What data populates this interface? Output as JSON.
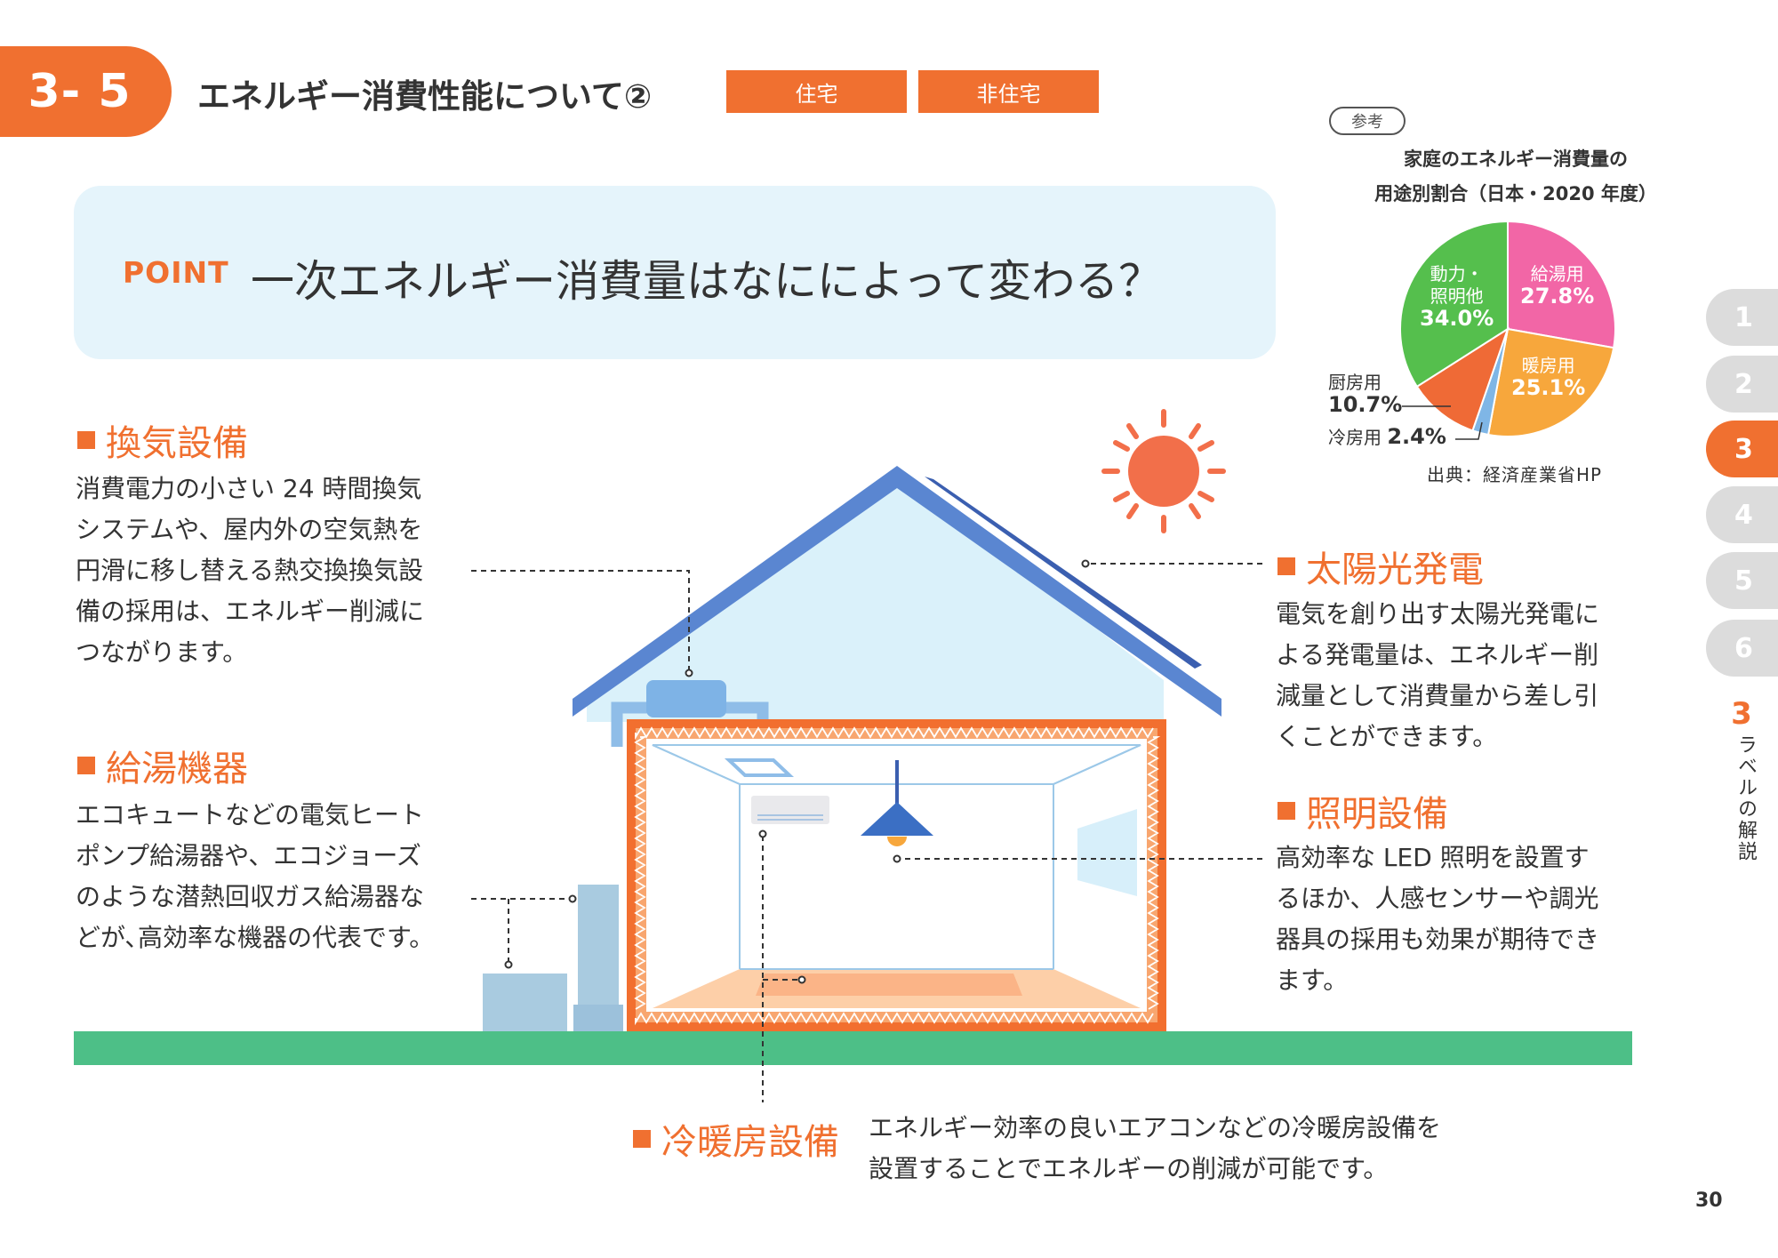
{
  "header": {
    "section": "3- 5",
    "title": "エネルギー消費性能について②",
    "tags": [
      "住宅",
      "非住宅"
    ]
  },
  "point": {
    "label": "POINT",
    "text": "一次エネルギー消費量はなにによって変わる？"
  },
  "ventilation": {
    "title": "換気設備",
    "lines": [
      "消費電力の小さい 24 時間換気",
      "システムや、屋内外の空気熱を",
      "円滑に移し替える熱交換換気設",
      "備の採用は、エネルギー削減に",
      "つながります。"
    ]
  },
  "water_heater": {
    "title": "給湯機器",
    "lines": [
      "エコキュートなどの電気ヒート",
      "ポンプ給湯器や、エコジョーズ",
      "のような潜熱回収ガス給湯器な",
      "どが､高効率な機器の代表です。"
    ]
  },
  "solar": {
    "title": "太陽光発電",
    "lines": [
      "電気を創り出す太陽光発電に",
      "よる発電量は、エネルギー削",
      "減量として消費量から差し引",
      "くことができます。"
    ]
  },
  "lighting": {
    "title": "照明設備",
    "lines": [
      "高効率な LED 照明を設置す",
      "るほか、人感センサーや調光",
      "器具の採用も効果が期待でき",
      "ます。"
    ]
  },
  "hvac": {
    "title": "冷暖房設備",
    "lines": [
      "エネルギー効率の良いエアコンなどの冷暖房設備を",
      "設置することでエネルギーの削減が可能です。"
    ]
  },
  "reference": {
    "badge": "参考",
    "title_line1": "家庭のエネルギー消費量の",
    "title_line2": "用途別割合（日本・2020 年度）",
    "source": "出典：経済産業省HP"
  },
  "chart_data": {
    "type": "pie",
    "title": "家庭のエネルギー消費量の用途別割合（日本・2020 年度）",
    "categories": [
      "給湯用",
      "暖房用",
      "冷房用",
      "厨房用",
      "動力・照明他"
    ],
    "values": [
      27.8,
      25.1,
      2.4,
      10.7,
      34.0
    ],
    "value_labels": [
      "27.8%",
      "25.1%",
      "2.4%",
      "10.7%",
      "34.0%"
    ],
    "colors": [
      "#f266a6",
      "#f7a73c",
      "#7fb6e6",
      "#ef6a36",
      "#55bf4d"
    ],
    "cat_label_dongryoku_line1": "動力・",
    "cat_label_dongryoku_line2": "照明他"
  },
  "sidebar": {
    "tabs": [
      "1",
      "2",
      "3",
      "4",
      "5",
      "6"
    ],
    "active_index": 2,
    "chapter_num": "3",
    "chapter_label": "ラベルの解説"
  },
  "page_number": "30"
}
